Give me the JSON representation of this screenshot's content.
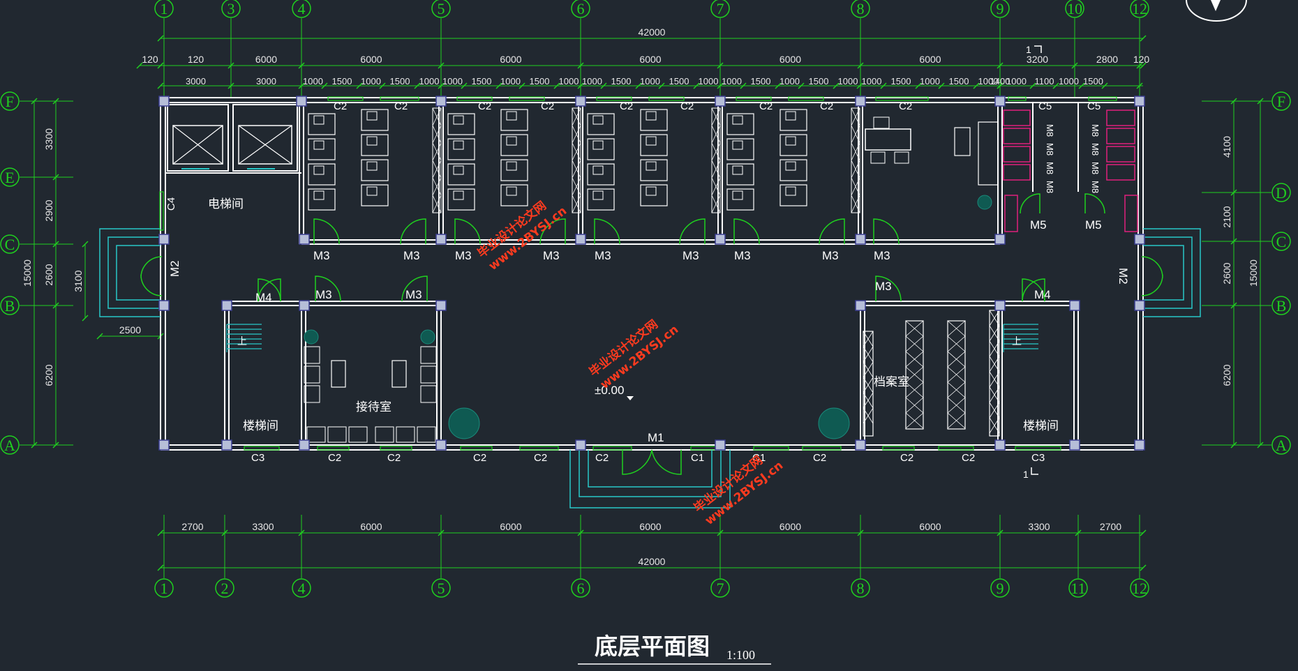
{
  "title": "底层平面图",
  "scale": "1:100",
  "elevation": "±0.00",
  "axes": {
    "top": [
      "1",
      "3",
      "4",
      "5",
      "6",
      "7",
      "8",
      "9",
      "10",
      "12"
    ],
    "bottom": [
      "1",
      "2",
      "4",
      "5",
      "6",
      "7",
      "8",
      "9",
      "11",
      "12"
    ],
    "left": [
      "F",
      "E",
      "C",
      "B",
      "A"
    ],
    "right": [
      "F",
      "D",
      "C",
      "B",
      "A"
    ]
  },
  "dims": {
    "top_total": "42000",
    "top_row2": [
      "120",
      "120",
      "6000",
      "6000",
      "6000",
      "6000",
      "6000",
      "6000",
      "3200",
      "2800",
      "120"
    ],
    "top_row3": [
      "3000",
      "3000",
      "1000",
      "1500",
      "1000",
      "1500",
      "1000",
      "1000",
      "1500",
      "1000",
      "1500",
      "1000",
      "1000",
      "1500",
      "1000",
      "1500",
      "1000",
      "1000",
      "1500",
      "1000",
      "1500",
      "1000",
      "1000",
      "1500",
      "1000",
      "1500",
      "1000",
      "1400",
      "1000",
      "1100",
      "1000",
      "1500"
    ],
    "bottom_row1": [
      "2700",
      "3300",
      "6000",
      "6000",
      "6000",
      "6000",
      "6000",
      "3300",
      "2700"
    ],
    "bottom_total": "42000",
    "left_outer": "15000",
    "left_inner": [
      "3300",
      "2900",
      "2600",
      "6200"
    ],
    "left_steps": "3100",
    "left_porch": "2500",
    "right_outer": "15000",
    "right_inner": [
      "4100",
      "2100",
      "2600",
      "6200"
    ]
  },
  "rooms": {
    "elevator": "电梯间",
    "reception": "接待室",
    "stair_left": "楼梯间",
    "stair_right": "楼梯间",
    "archive": "档案室",
    "up": "上"
  },
  "labels": {
    "M1": "M1",
    "M2": "M2",
    "M3": "M3",
    "M4": "M4",
    "M5": "M5",
    "M8": "M8",
    "C1": "C1",
    "C2": "C2",
    "C3": "C3",
    "C4": "C4",
    "C5": "C5",
    "section": "1"
  },
  "watermark": [
    "毕业设计论文网",
    "www.2BYSJ.cn"
  ],
  "colors": {
    "wall": "#ffffff",
    "dim_line": "#1fd01f",
    "window": "#1fd01f",
    "door": "#1fd01f",
    "steps": "#28c8c8",
    "toilet": "#e0207c",
    "column": "#b6bed8",
    "watermark": "#ff3b1f"
  }
}
